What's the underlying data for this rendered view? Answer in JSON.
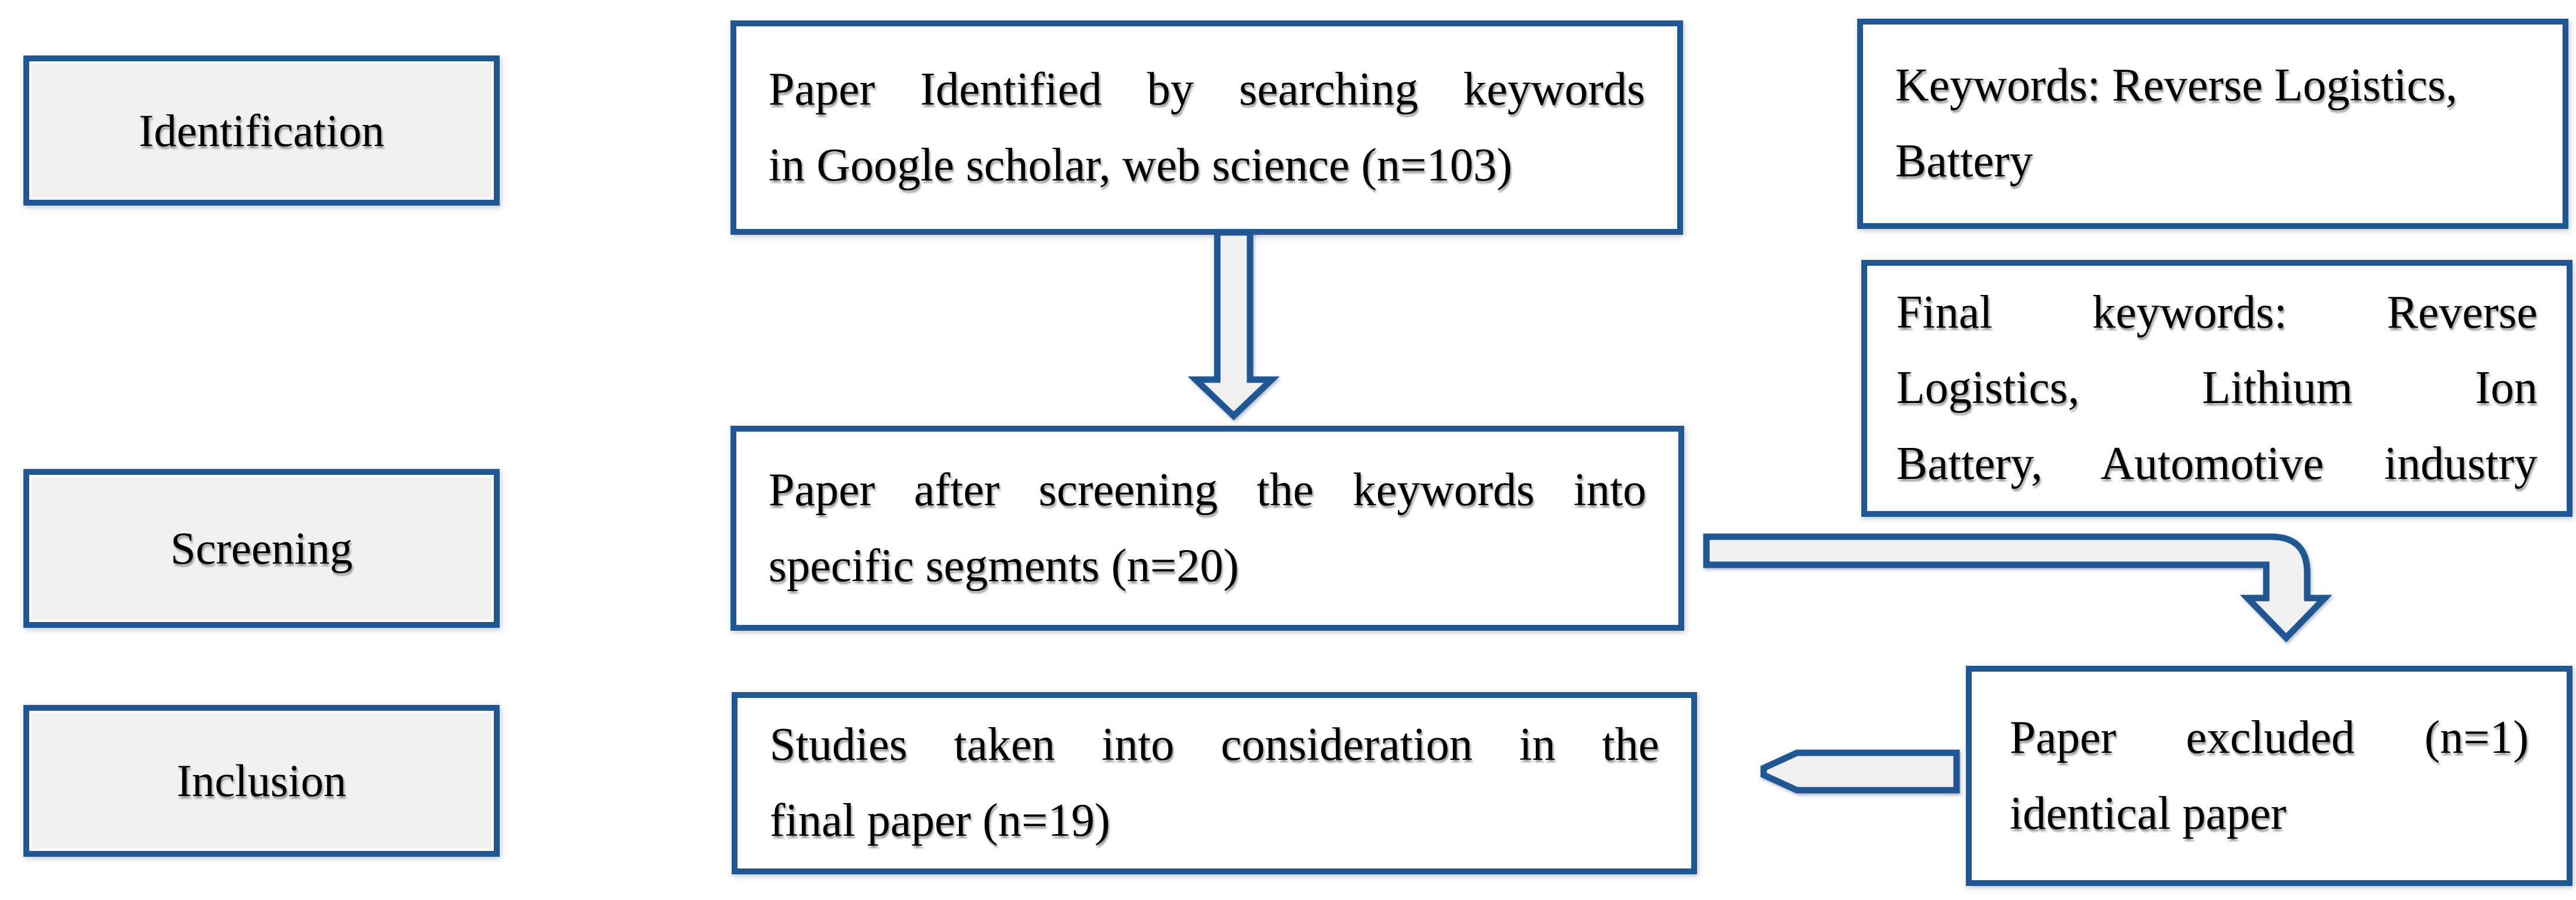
{
  "figure": {
    "palette": {
      "border_blue": "#1F5795",
      "fill_gray": "#F1F1F1",
      "fill_white": "#FFFFFF",
      "text_black": "#000000"
    },
    "stages": [
      {
        "label": "Identification"
      },
      {
        "label": "Screening"
      },
      {
        "label": "Inclusion"
      }
    ],
    "flow": [
      {
        "lines": [
          "Paper Identified by searching keywords",
          "in Google scholar, web science (n=103)"
        ]
      },
      {
        "lines": [
          "Paper after screening the keywords into",
          "specific segments (n=20)"
        ]
      },
      {
        "lines": [
          "Studies taken into consideration in the",
          "final paper (n=19)"
        ]
      }
    ],
    "notes": [
      {
        "lines": [
          "Keywords: Reverse Logistics,",
          "Battery"
        ]
      },
      {
        "lines": [
          "Final keywords: Reverse",
          "Logistics, Lithium Ion",
          "Battery, Automotive industry"
        ]
      },
      {
        "lines": [
          "Paper excluded (n=1)",
          "identical paper"
        ]
      }
    ],
    "arrows": [
      {
        "name": "downward-arrow"
      },
      {
        "name": "elbow-arrow"
      },
      {
        "name": "left-arrow"
      }
    ]
  }
}
